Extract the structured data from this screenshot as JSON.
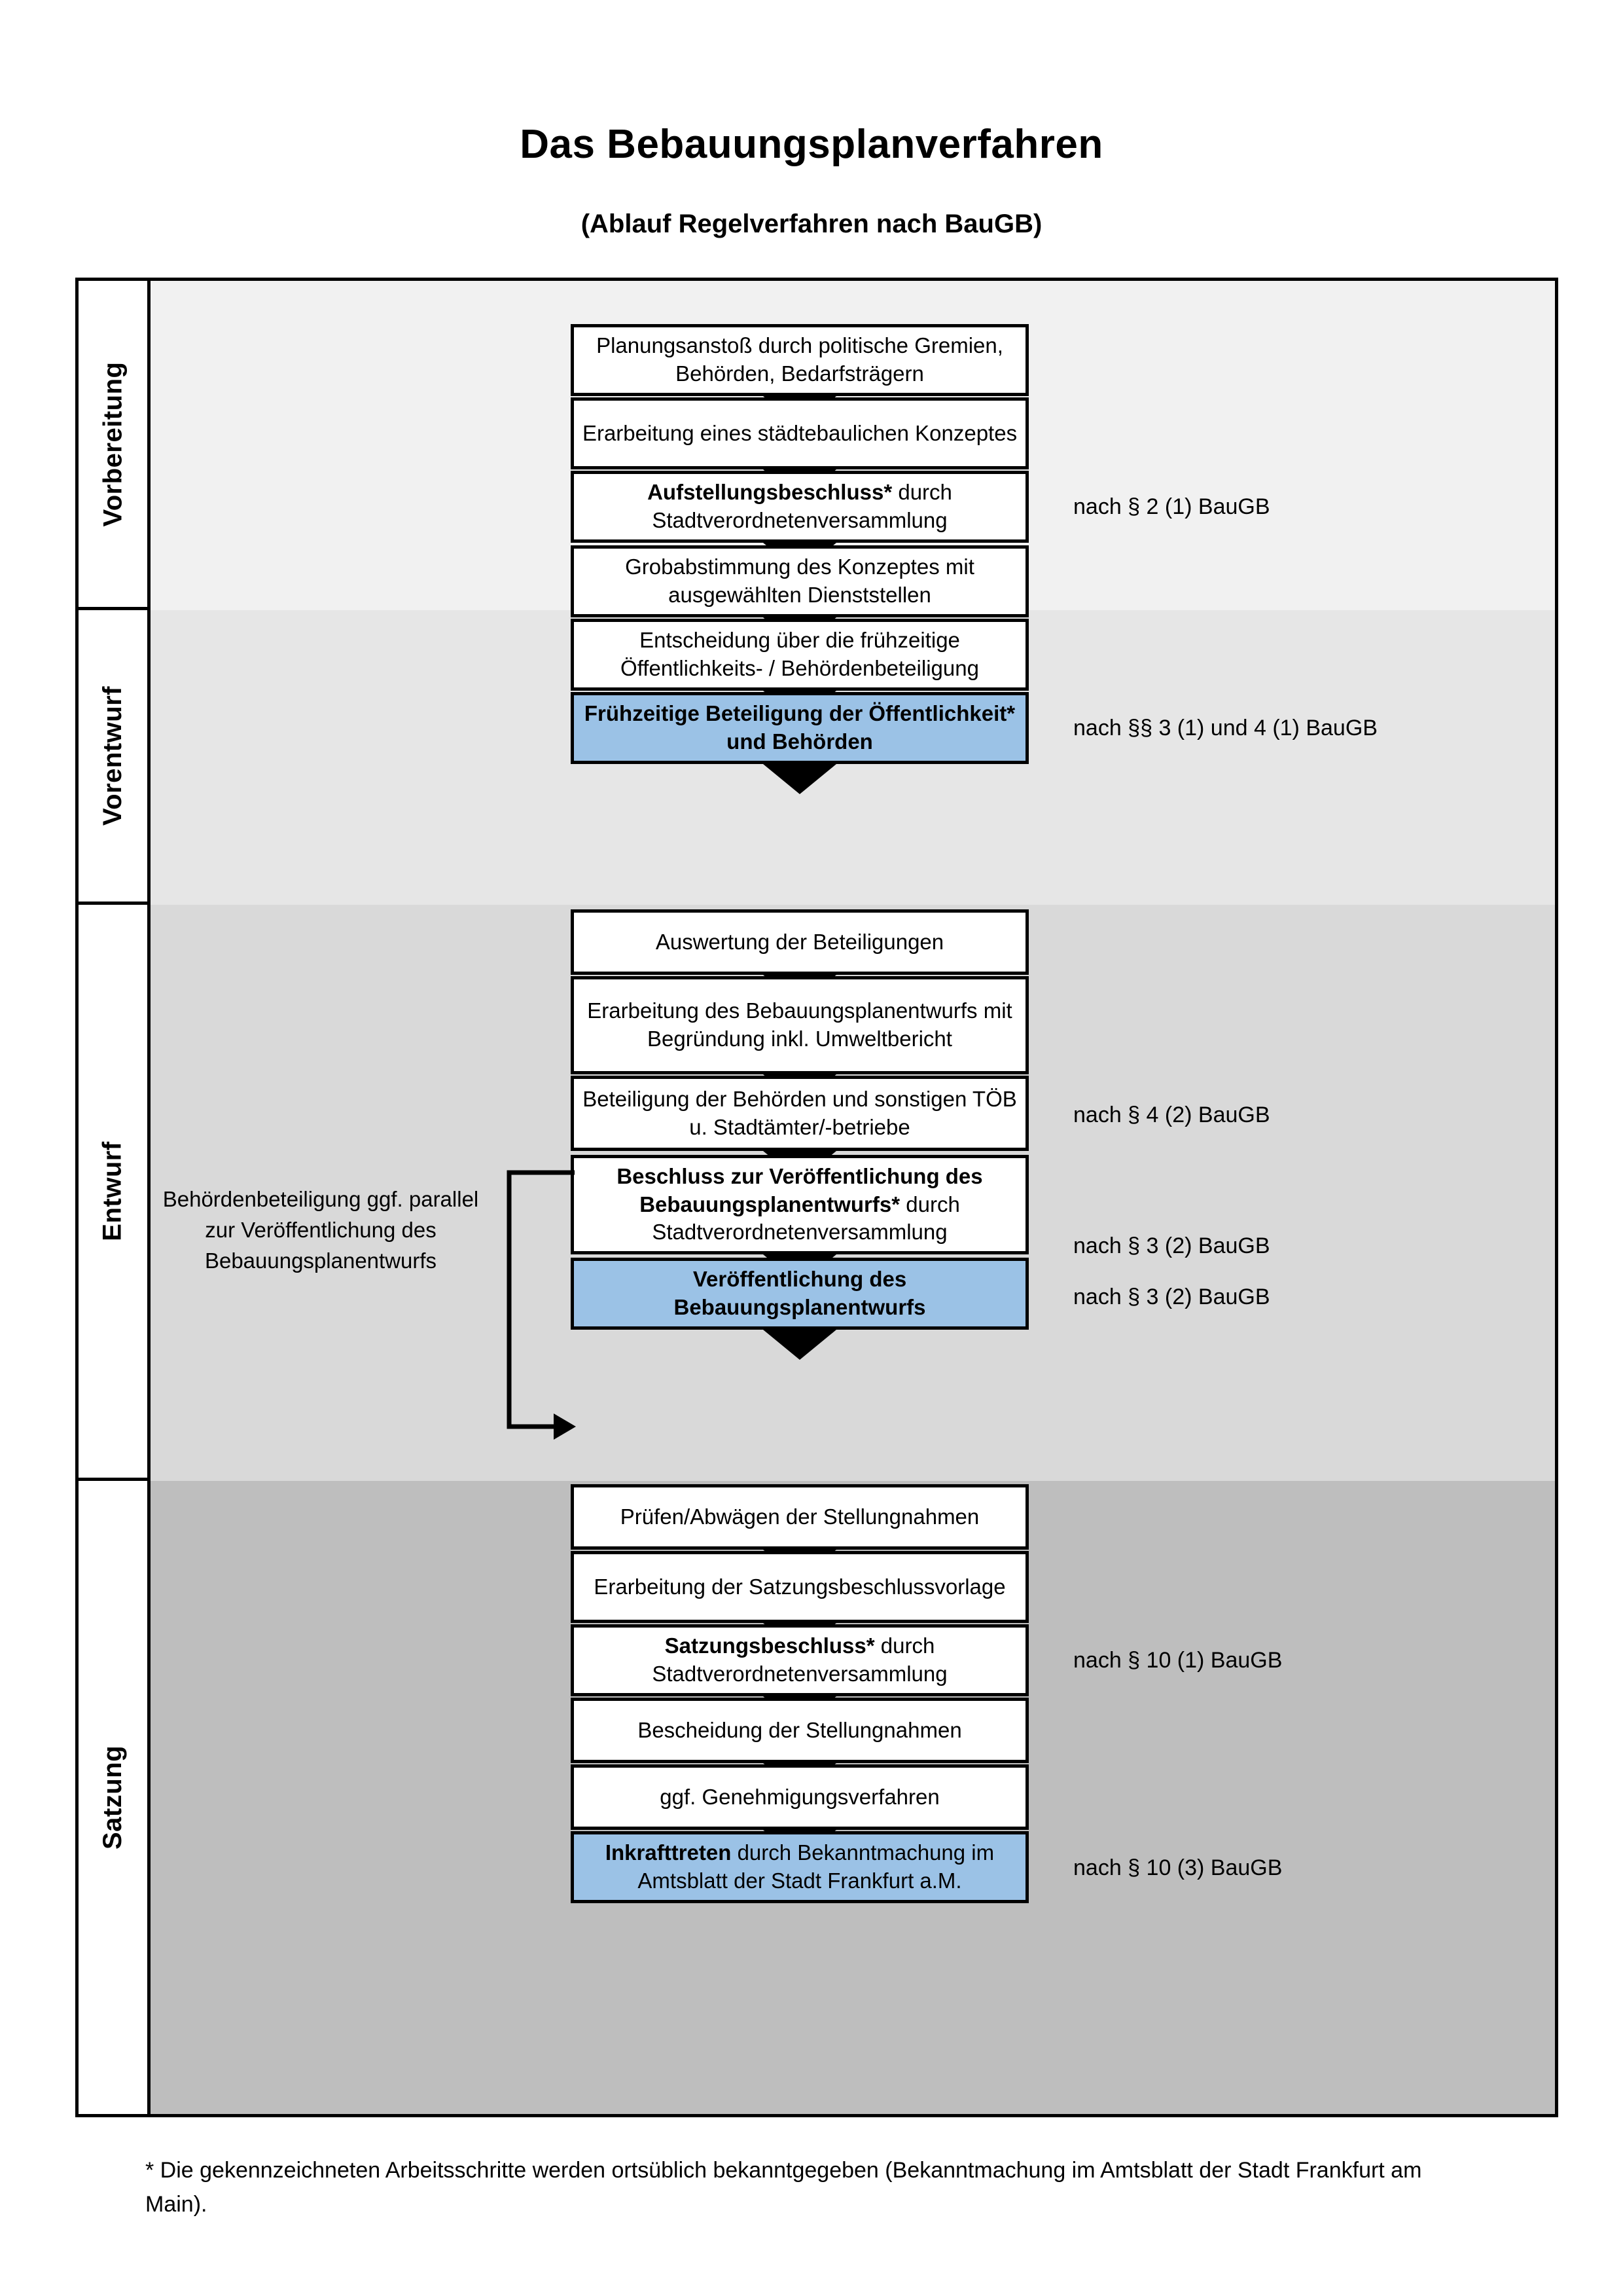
{
  "header": {
    "title": "Das Bebauungsplanverfahren",
    "subtitle": "(Ablauf Regelverfahren nach BauGB)"
  },
  "colors": {
    "highlight_blue": "#9BC2E6",
    "band_1": "#F1F1F1",
    "band_2": "#E6E6E6",
    "band_3": "#D9D9D9",
    "band_4": "#BEBEBE",
    "outline": "#000000"
  },
  "phases": [
    {
      "label": "Vorbereitung"
    },
    {
      "label": "Vorentwurf"
    },
    {
      "label": "Entwurf"
    },
    {
      "label": "Satzung"
    }
  ],
  "nodes": [
    {
      "id": "planungsanstoss",
      "phase": "Vorbereitung",
      "bold_prefix": "",
      "text": "Planungsanstoß durch politische Gremien, Behörden, Bedarfsträgern",
      "highlight": false
    },
    {
      "id": "staedtebauliches-konzept",
      "phase": "Vorbereitung",
      "bold_prefix": "",
      "text": "Erarbeitung eines städtebaulichen Konzeptes",
      "highlight": false
    },
    {
      "id": "aufstellungsbeschluss",
      "phase": "Vorbereitung",
      "bold_prefix": "Aufstellungsbeschluss*",
      "text": " durch Stadtverordnetenversammlung",
      "highlight": false
    },
    {
      "id": "grobabstimmung",
      "phase": "Vorentwurf",
      "bold_prefix": "",
      "text": "Grobabstimmung des Konzeptes mit ausgewählten Dienststellen",
      "highlight": false
    },
    {
      "id": "entscheidung-fruehzeitige",
      "phase": "Vorentwurf",
      "bold_prefix": "",
      "text": "Entscheidung über die frühzeitige Öffentlichkeits- / Behördenbeteiligung",
      "highlight": false
    },
    {
      "id": "fruehzeitige-beteiligung",
      "phase": "Vorentwurf",
      "bold_prefix": "Frühzeitige Beteiligung der Öffentlichkeit* und Behörden",
      "text": "",
      "highlight": true
    },
    {
      "id": "auswertung-beteiligungen",
      "phase": "Entwurf",
      "bold_prefix": "",
      "text": "Auswertung der Beteiligungen",
      "highlight": false
    },
    {
      "id": "erarbeitung-entwurf",
      "phase": "Entwurf",
      "bold_prefix": "",
      "text": "Erarbeitung des Bebauungsplanentwurfs mit Begründung inkl. Umweltbericht",
      "highlight": false
    },
    {
      "id": "beteiligung-behoerden",
      "phase": "Entwurf",
      "bold_prefix": "",
      "text": "Beteiligung der Behörden und sonstigen TÖB u. Stadtämter/-betriebe",
      "highlight": false
    },
    {
      "id": "beschluss-veroeffentlichung",
      "phase": "Entwurf",
      "bold_prefix": "Beschluss zur Veröffentlichung des Bebauungsplanentwurfs*",
      "text": " durch Stadtverordnetenversammlung",
      "highlight": false
    },
    {
      "id": "veroeffentlichung",
      "phase": "Entwurf",
      "bold_prefix": "Veröffentlichung des Bebauungsplanentwurfs",
      "text": "",
      "highlight": true
    },
    {
      "id": "pruefen-abwaegen",
      "phase": "Satzung",
      "bold_prefix": "",
      "text": "Prüfen/Abwägen der Stellungnahmen",
      "highlight": false
    },
    {
      "id": "satzungsbeschlussvorlage",
      "phase": "Satzung",
      "bold_prefix": "",
      "text": "Erarbeitung der Satzungsbeschlussvorlage",
      "highlight": false
    },
    {
      "id": "satzungsbeschluss",
      "phase": "Satzung",
      "bold_prefix": "Satzungsbeschluss*",
      "text": " durch Stadtverordnetenversammlung",
      "highlight": false
    },
    {
      "id": "bescheidung-stellungnahmen",
      "phase": "Satzung",
      "bold_prefix": "",
      "text": "Bescheidung der Stellungnahmen",
      "highlight": false
    },
    {
      "id": "genehmigungsverfahren",
      "phase": "Satzung",
      "bold_prefix": "",
      "text": "ggf. Genehmigungsverfahren",
      "highlight": false
    },
    {
      "id": "inkrafttreten",
      "phase": "Satzung",
      "bold_prefix": "Inkrafttreten",
      "text": " durch Bekanntmachung im Amtsblatt der Stadt Frankfurt a.M.",
      "highlight": true
    }
  ],
  "legal_refs": [
    {
      "id": "ref-aufstellungsbeschluss",
      "text": "nach § 2 (1) BauGB"
    },
    {
      "id": "ref-fruehzeitige-beteiligung",
      "text": "nach §§ 3 (1) und 4 (1) BauGB"
    },
    {
      "id": "ref-beteiligung-behoerden",
      "text": "nach § 4 (2) BauGB"
    },
    {
      "id": "ref-beschluss-veroeffentlichung",
      "text": "nach § 3 (2) BauGB"
    },
    {
      "id": "ref-veroeffentlichung",
      "text": "nach § 3 (2) BauGB"
    },
    {
      "id": "ref-satzungsbeschluss",
      "text": "nach § 10 (1) BauGB"
    },
    {
      "id": "ref-inkrafttreten",
      "text": "nach § 10 (3) BauGB"
    }
  ],
  "sidenote": {
    "text": "Behördenbeteiligung ggf. parallel zur Veröffentlichung des Bebauungsplanentwurfs"
  },
  "footnote": {
    "text": "* Die gekennzeichneten Arbeitsschritte werden ortsüblich bekanntgegeben (Bekanntmachung im Amtsblatt  der Stadt Frankfurt am Main)."
  }
}
